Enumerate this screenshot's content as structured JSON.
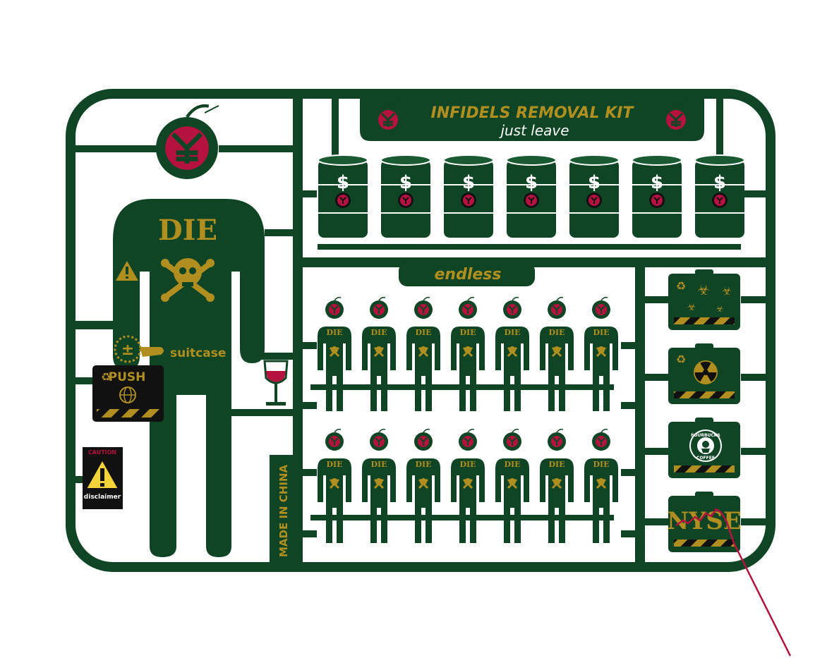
{
  "colors": {
    "frame": "#0f4424",
    "gold": "#b08f20",
    "crimson": "#b5123f",
    "black": "#111111",
    "white": "#ffffff"
  },
  "header": {
    "title": "INFIDELS REMOVAL KIT",
    "subtitle": "just leave"
  },
  "main_figure": {
    "chest_text": "DIE",
    "suitcase_label": "suitcase",
    "push_label": "PUSH"
  },
  "middle_label": "endless",
  "side_label": "MADE IN CHINA",
  "barrel_symbol": "$",
  "barrel_count": 7,
  "small_figure_text": "DIE",
  "small_figures_per_row": 7,
  "small_figure_rows": 2,
  "disclaimer": {
    "heading": "CAUTION",
    "label": "disclaimer"
  },
  "cases": {
    "starbucks_top": "FOURBUCKS",
    "starbucks_bottom": "COFFEE",
    "nyse": "NYSE"
  },
  "icons": [
    "bomb-icon",
    "warning-icon",
    "skull-crossbones-icon",
    "recycle-icon",
    "globe-icon",
    "biohazard-icon",
    "radiation-icon",
    "wine-glass-icon",
    "pointing-hand-icon"
  ]
}
